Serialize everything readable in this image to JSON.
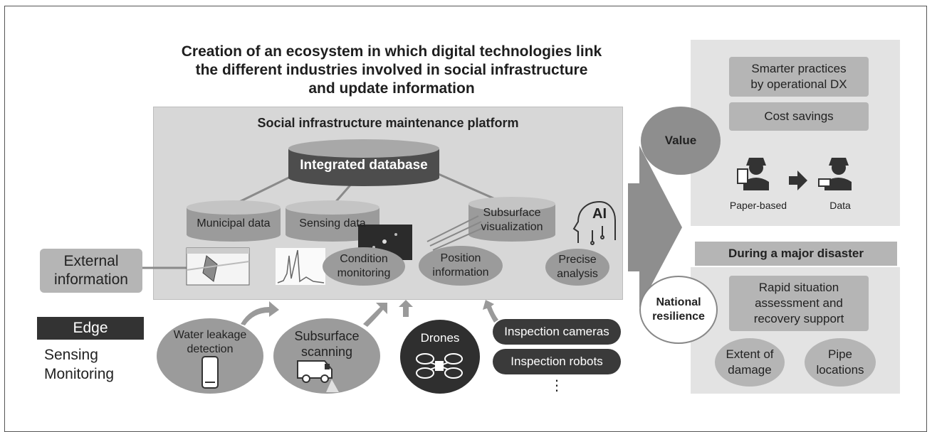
{
  "title": {
    "line1": "Creation of an ecosystem in which digital technologies link",
    "line2": "the different industries involved in social infrastructure",
    "line3": "and update information"
  },
  "platform": {
    "title": "Social infrastructure maintenance platform",
    "database": "Integrated database",
    "cylinders": [
      "Municipal data",
      "Sensing data"
    ],
    "subsurface": {
      "line1": "Subsurface",
      "line2": "visualization"
    },
    "ai_label": "AI",
    "condition": {
      "line1": "Condition",
      "line2": "monitoring"
    },
    "position": {
      "line1": "Position",
      "line2": "information"
    },
    "precise": {
      "line1": "Precise",
      "line2": "analysis"
    }
  },
  "external": {
    "line1": "External",
    "line2": "information"
  },
  "edge": {
    "label": "Edge",
    "line1": "Sensing",
    "line2": "Monitoring"
  },
  "bottom": {
    "water": {
      "line1": "Water leakage",
      "line2": "detection"
    },
    "subsurface_scan": {
      "line1": "Subsurface",
      "line2": "scanning"
    },
    "drones": "Drones",
    "pills": [
      "Inspection cameras",
      "Inspection robots"
    ],
    "ellipsis": "⋮"
  },
  "value": {
    "label": "Value",
    "box1": {
      "line1": "Smarter practices",
      "line2": "by operational DX"
    },
    "box2": "Cost savings",
    "paper": "Paper-based",
    "data": "Data"
  },
  "disaster": {
    "header": "During a major disaster",
    "national": {
      "line1": "National",
      "line2": "resilience"
    },
    "box": {
      "line1": "Rapid situation",
      "line2": "assessment and",
      "line3": "recovery support"
    },
    "extent": {
      "line1": "Extent of",
      "line2": "damage"
    },
    "pipe": {
      "line1": "Pipe",
      "line2": "locations"
    }
  },
  "colors": {
    "dark": "#2f2f2f",
    "mid": "#9b9b9b",
    "light": "#d7d7d7",
    "panel": "#e3e3e3"
  }
}
